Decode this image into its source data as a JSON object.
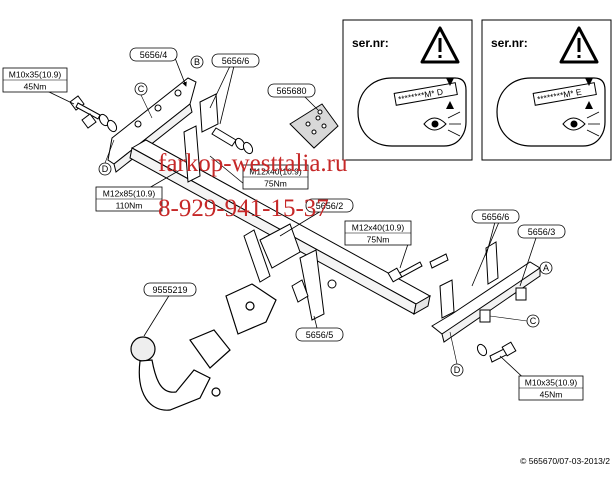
{
  "watermark": {
    "site": "farkop-westtalia.ru",
    "phone": "8-929-941-15-37",
    "color": "#c62828"
  },
  "warning_panels": [
    {
      "label": "ser.nr:",
      "code": "********M* D"
    },
    {
      "label": "ser.nr:",
      "code": "********M* E"
    }
  ],
  "part_labels": {
    "p1": "5656/4",
    "p2": "5656/6",
    "p3": "565680",
    "p4": "5656/2",
    "p5": "5656/6",
    "p6": "5656/3",
    "p7": "9555219",
    "p8": "5656/5"
  },
  "callouts": {
    "a": "A",
    "b": "B",
    "c": "C",
    "d": "D"
  },
  "specs": [
    {
      "bolt": "M10x35(10.9)",
      "torque": "45Nm"
    },
    {
      "bolt": "M12x40(10.9)",
      "torque": "75Nm"
    },
    {
      "bolt": "M12x85(10.9)",
      "torque": "110Nm"
    },
    {
      "bolt": "M12x40(10.9)",
      "torque": "75Nm"
    },
    {
      "bolt": "M10x35(10.9)",
      "torque": "45Nm"
    }
  ],
  "footer": {
    "copyright": "© 565670/07-03-2013/2"
  }
}
